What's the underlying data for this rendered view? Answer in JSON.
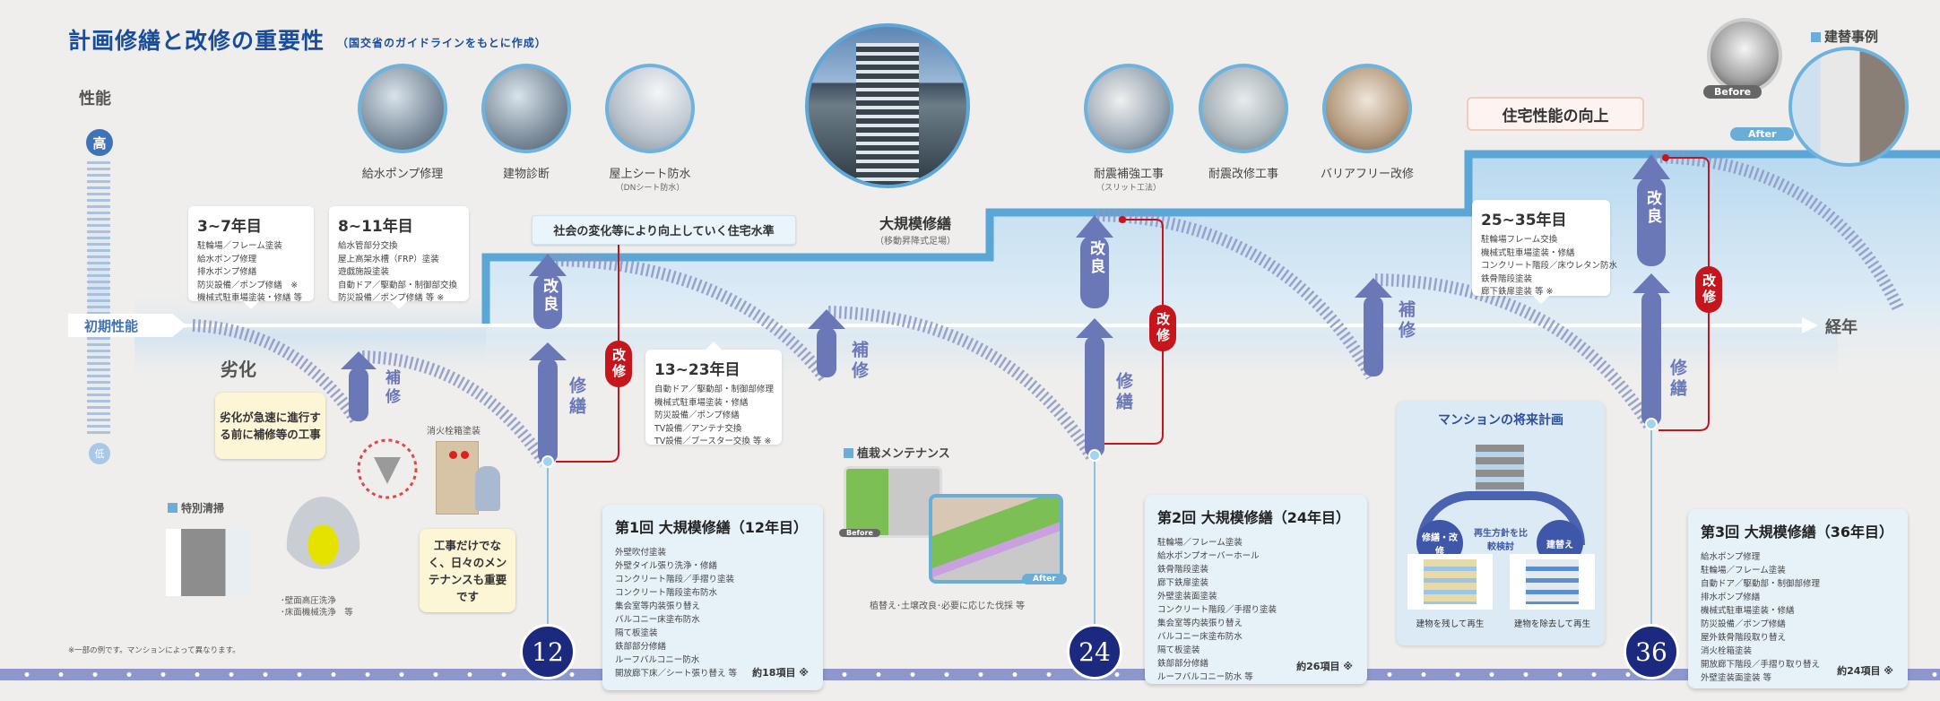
{
  "header": {
    "title": "計画修繕と改修の重要性",
    "subtitle": "（国交省のガイドラインをもとに作成）"
  },
  "axis": {
    "performance": "性能",
    "high": "高",
    "low": "低",
    "initial": "初期性能",
    "time": "経年",
    "deterioration": "劣化"
  },
  "photos_left": [
    {
      "label": "給水ポンプ修理",
      "sub": ""
    },
    {
      "label": "建物診断",
      "sub": ""
    },
    {
      "label": "屋上シート防水",
      "sub": "（DNシート防水）"
    }
  ],
  "large_photo": {
    "label": "大規模修繕",
    "sub": "（移動昇降式足場）"
  },
  "photos_right": [
    {
      "label": "耐震補強工事",
      "sub": "（スリット工法）"
    },
    {
      "label": "耐震改修工事",
      "sub": ""
    },
    {
      "label": "バリアフリー改修",
      "sub": ""
    }
  ],
  "replacement": {
    "label": "建替事例",
    "before": "Before",
    "after": "After"
  },
  "callouts": {
    "housing_standard": "社会の変化等により向上していく住宅水準",
    "performance_up": "住宅性能の向上"
  },
  "periods": [
    {
      "title": "3~7年目",
      "items": [
        "駐輪場／フレーム塗装",
        "給水ポンプ修理",
        "排水ポンプ修繕",
        "防災設備／ポンプ修繕　※",
        "機械式駐車場塗装・修繕 等"
      ]
    },
    {
      "title": "8~11年目",
      "items": [
        "給水管部分交換",
        "屋上高架水槽（FRP）塗装",
        "遊戯施設塗装",
        "自動ドア／駆動部・制御部交換",
        "防災設備／ポンプ修繕 等 ※"
      ]
    },
    {
      "title": "13~23年目",
      "items": [
        "自動ドア／駆動部・制御部修理",
        "機械式駐車場塗装・修繕",
        "防災設備／ポンプ修繕",
        "TV設備／アンテナ交換",
        "TV設備／ブースター交換 等 ※"
      ]
    },
    {
      "title": "25~35年目",
      "items": [
        "駐輪場フレーム交換",
        "機械式駐車場塗装・修繕",
        "コンクリート階段／床ウレタン防水",
        "鉄骨階段塗装",
        "廊下鉄扉塗装 等 ※"
      ]
    }
  ],
  "major_repairs": [
    {
      "title": "第1回 大規模修繕（12年目）",
      "count": "約18項目 ※",
      "items": [
        "外壁吹付塗装",
        "外壁タイル張り洗浄・修繕",
        "コンクリート階段／手摺り塗装",
        "コンクリート階段塗布防水",
        "集会室等内装張り替え",
        "バルコニー床塗布防水",
        "隔て板塗装",
        "鉄部部分修繕",
        "ルーフバルコニー防水",
        "開放廊下床／シート張り替え 等"
      ]
    },
    {
      "title": "第2回 大規模修繕（24年目）",
      "count": "約26項目 ※",
      "items": [
        "駐輪場／フレーム塗装",
        "給水ポンプオーバーホール",
        "鉄骨階段塗装",
        "廊下鉄扉塗装",
        "外壁塗装面塗装",
        "コンクリート階段／手摺り塗装",
        "集会室等内装張り替え",
        "バルコニー床塗布防水",
        "隔て板塗装",
        "鉄部部分修繕",
        "ルーフバルコニー防水 等"
      ]
    },
    {
      "title": "第3回 大規模修繕（36年目）",
      "count": "約24項目 ※",
      "items": [
        "給水ポンプ修理",
        "駐輪場／フレーム塗装",
        "自動ドア／駆動部・制御部修理",
        "排水ポンプ修繕",
        "機械式駐車場塗装・修繕",
        "防災設備／ポンプ修繕",
        "屋外鉄骨階段取り替え",
        "消火栓箱塗装",
        "開放廊下階段／手摺り取り替え",
        "外壁塗装面塗装 等"
      ]
    }
  ],
  "milestones": [
    "12",
    "24",
    "36"
  ],
  "arrow_labels": {
    "repair": "補修",
    "improve": "改良",
    "renovate": "修繕",
    "remodel": "改修"
  },
  "bubbles": {
    "before_deterioration": "劣化が急速に進行する前に補修等の工事",
    "maintenance": "工事だけでなく、日々のメンテナンスも重要です"
  },
  "cleaning": {
    "label": "特別清掃",
    "items": [
      "･壁面高圧洗浄",
      "･床面機械洗浄　等"
    ]
  },
  "fire_box": "消火栓箱塗装",
  "planting": {
    "label": "植栽メンテナンス",
    "before": "Before",
    "after": "After",
    "caption": "植替え･土壌改良･必要に応じた伐採 等"
  },
  "future_plan": {
    "title": "マンションの将来計画",
    "left": "修繕・改修",
    "right": "建替え",
    "center": "再生方針を比較検討",
    "left_caption": "建物を残して再生",
    "right_caption": "建物を除去して再生"
  },
  "footnote": "※一部の例です。マンションによって異なります。",
  "colors": {
    "title": "#1a4c9c",
    "step_line": "#5aa6d6",
    "arrow": "#6b78b8",
    "remodel": "#c4161c",
    "milestone": "#1b2a7e",
    "timeline_bar": "#8d97cc"
  }
}
